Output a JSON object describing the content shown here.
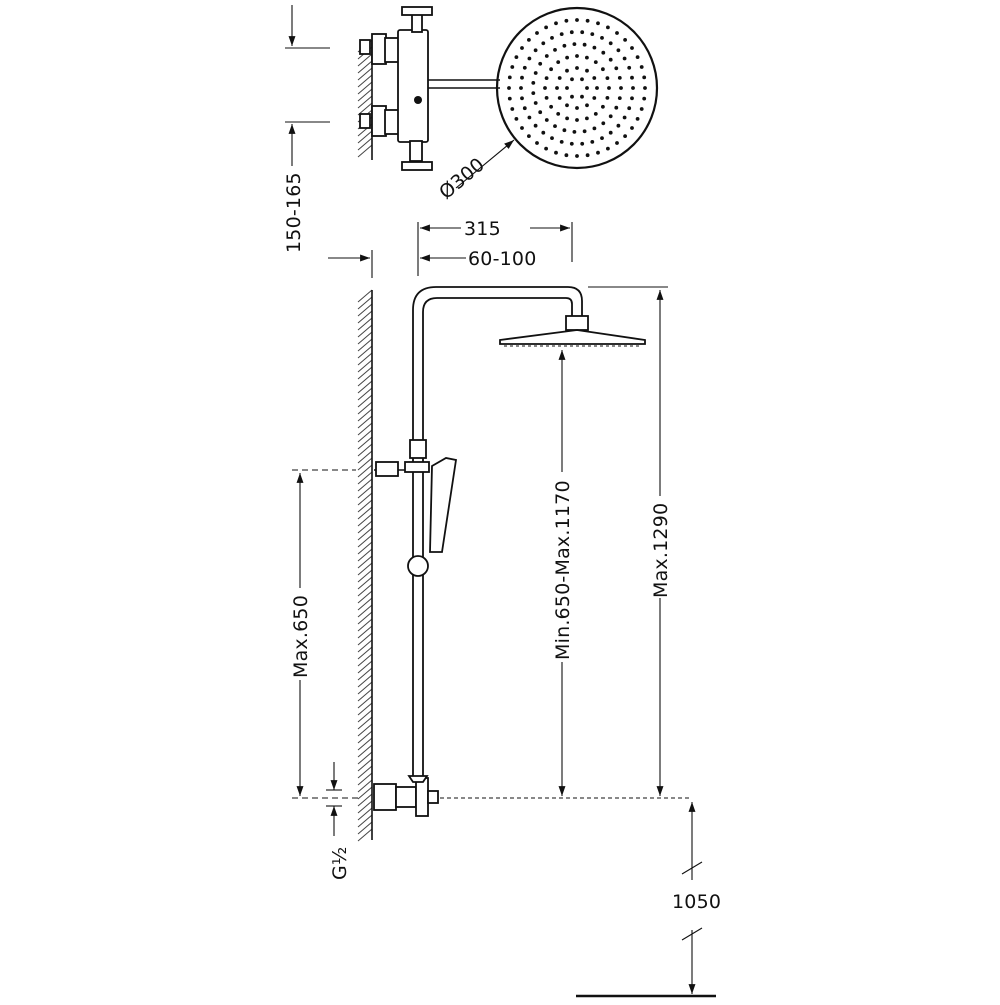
{
  "dimensions": {
    "wall_offset": "150-165",
    "diameter": "Ø300",
    "arm_length": "315",
    "arm_range": "60-100",
    "handshower_height": "Max.650",
    "head_height_range": "Min.650-Max.1170",
    "max_height": "Max.1290",
    "floor_height": "1050",
    "inlet_thread": "G½"
  },
  "colors": {
    "line": "#111111",
    "background": "#ffffff"
  }
}
